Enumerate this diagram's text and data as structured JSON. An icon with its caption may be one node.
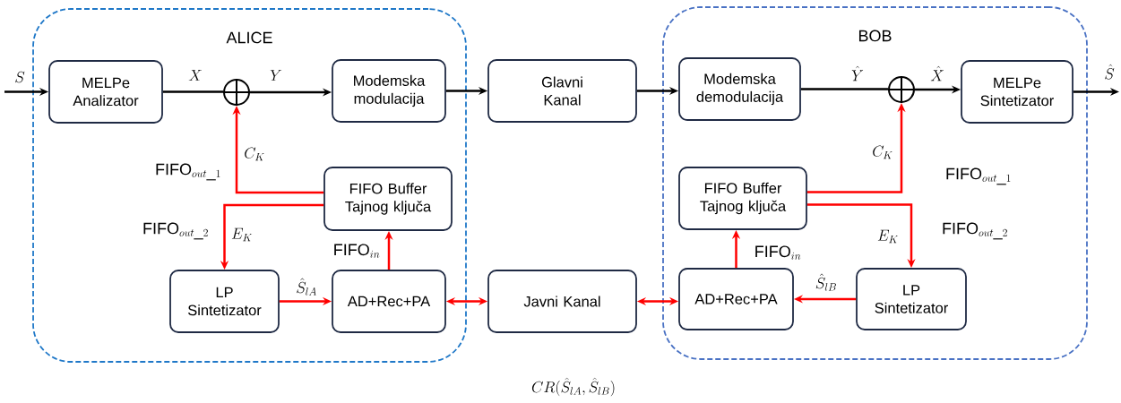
{
  "diagram": {
    "nodes": [
      {
        "text": [
          "ALICE"
        ]
      },
      {
        "text": [
          "BOB"
        ]
      },
      {
        "text": [
          "MELPe Analizator"
        ],
        "in": 0
      },
      {
        "text": [],
        "shape": "circle",
        "in": 0
      },
      {
        "text": [
          "Modemska modulacija"
        ],
        "in": 0
      },
      {
        "text": [
          "FIFO Buffer Tajnog ključa"
        ],
        "in": 0
      },
      {
        "text": [
          "LP Sintetizator"
        ],
        "in": 0
      },
      {
        "text": [
          "AD+Rec+PA"
        ],
        "in": 0
      },
      {
        "text": [
          "Glavni Kanal"
        ]
      },
      {
        "text": [
          "Javni Kanal"
        ]
      },
      {
        "text": [
          "Modemska demodulacija"
        ],
        "in": 1
      },
      {
        "text": [],
        "shape": "circle",
        "in": 1
      },
      {
        "text": [
          "MELPe Sintetizator"
        ],
        "in": 1
      },
      {
        "text": [
          "FIFO Buffer Tajnog ključa"
        ],
        "in": 1
      },
      {
        "text": [
          "AD+Rec+PA"
        ],
        "in": 1
      },
      {
        "text": [
          "LP Sintetizator"
        ],
        "in": 1
      }
    ],
    "edges": [
      {
        "from": null,
        "to": 2,
        "arrow": "to",
        "label": "S",
        "color": "#000000"
      },
      {
        "from": 2,
        "to": 3,
        "arrow": "none",
        "label": "X",
        "color": "#000000"
      },
      {
        "from": 3,
        "to": 4,
        "arrow": "to",
        "label": "Y",
        "color": "#000000"
      },
      {
        "from": 4,
        "to": 8,
        "arrow": "to",
        "color": "#000000"
      },
      {
        "from": 8,
        "to": 10,
        "arrow": "to",
        "color": "#000000"
      },
      {
        "from": 10,
        "to": 11,
        "arrow": "none",
        "label": "\\hat{Y}",
        "color": "#000000"
      },
      {
        "from": 11,
        "to": 12,
        "arrow": "to",
        "label": "\\hat{X}",
        "color": "#000000"
      },
      {
        "from": 12,
        "to": null,
        "arrow": "to",
        "label": "\\hat{S}",
        "color": "#000000"
      },
      {
        "from": 5,
        "to": 3,
        "arrow": "to",
        "label": "C_K",
        "color": "#ff0000"
      },
      {
        "from": 5,
        "to": 6,
        "arrow": "to",
        "label": "E_K",
        "color": "#ff0000"
      },
      {
        "from": 7,
        "to": 5,
        "arrow": "to",
        "label": "\\mathrm{FIFO}_{in}",
        "color": "#ff0000"
      },
      {
        "from": 6,
        "to": 7,
        "arrow": "to",
        "label": "\\hat{S}_{lA}",
        "color": "#ff0000"
      },
      {
        "from": 7,
        "to": 9,
        "arrow": "both",
        "color": "#ff0000"
      },
      {
        "from": 9,
        "to": 14,
        "arrow": "both",
        "color": "#ff0000"
      },
      {
        "from": 13,
        "to": 11,
        "arrow": "to",
        "label": "C_K",
        "color": "#ff0000"
      },
      {
        "from": 13,
        "to": 15,
        "arrow": "to",
        "label": "E_K",
        "color": "#ff0000"
      },
      {
        "from": 14,
        "to": 13,
        "arrow": "to",
        "label": "\\mathrm{FIFO}_{in}",
        "color": "#ff0000"
      },
      {
        "from": 15,
        "to": 14,
        "arrow": "to",
        "label": "\\hat{S}_{lB}",
        "color": "#ff0000"
      }
    ],
    "labels": [
      "\\mathrm{FIFO}_{out\\_1}",
      "\\mathrm{FIFO}_{out\\_2}",
      "\\mathrm{FIFO}_{out\\_1}",
      "\\mathrm{FIFO}_{out\\_2}",
      "CR(\\hat{S}_{lA},\\hat{S}_{lB})"
    ]
  }
}
